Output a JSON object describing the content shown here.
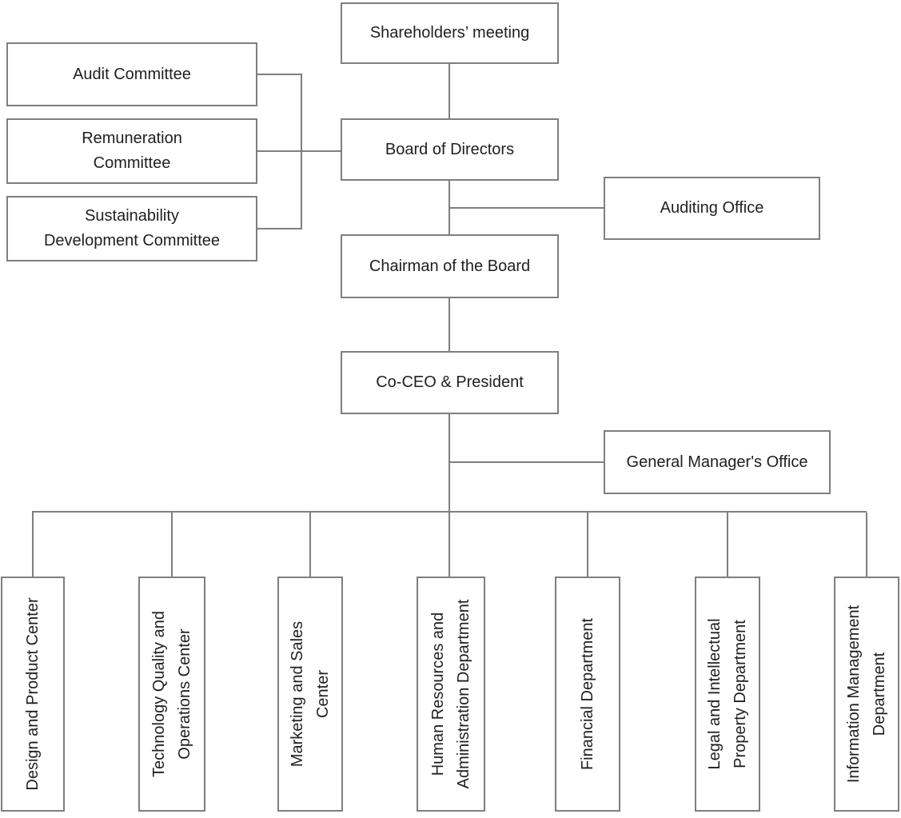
{
  "org": {
    "shareholders": {
      "label": "Shareholders’ meeting"
    },
    "committees": [
      {
        "label": "Audit Committee"
      },
      {
        "label": "Remuneration\nCommittee"
      },
      {
        "label": "Sustainability\nDevelopment Committee"
      }
    ],
    "board": {
      "label": "Board of Directors"
    },
    "auditing_office": {
      "label": "Auditing Office"
    },
    "chairman": {
      "label": "Chairman of the Board"
    },
    "co_ceo": {
      "label": "Co-CEO & President"
    },
    "gm_office": {
      "label": "General Manager's Office"
    },
    "departments": [
      {
        "label": "Design and Product Center"
      },
      {
        "label": "Technology Quality and\nOperations Center"
      },
      {
        "label": "Marketing and Sales\nCenter"
      },
      {
        "label": "Human Resources and\nAdministration Department"
      },
      {
        "label": "Financial Department"
      },
      {
        "label": "Legal and Intellectual\nProperty Department"
      },
      {
        "label": "Information Management\nDepartment"
      }
    ]
  },
  "colors": {
    "line": "#7f7f7f",
    "text": "#1f1f1f",
    "background": "#ffffff"
  }
}
